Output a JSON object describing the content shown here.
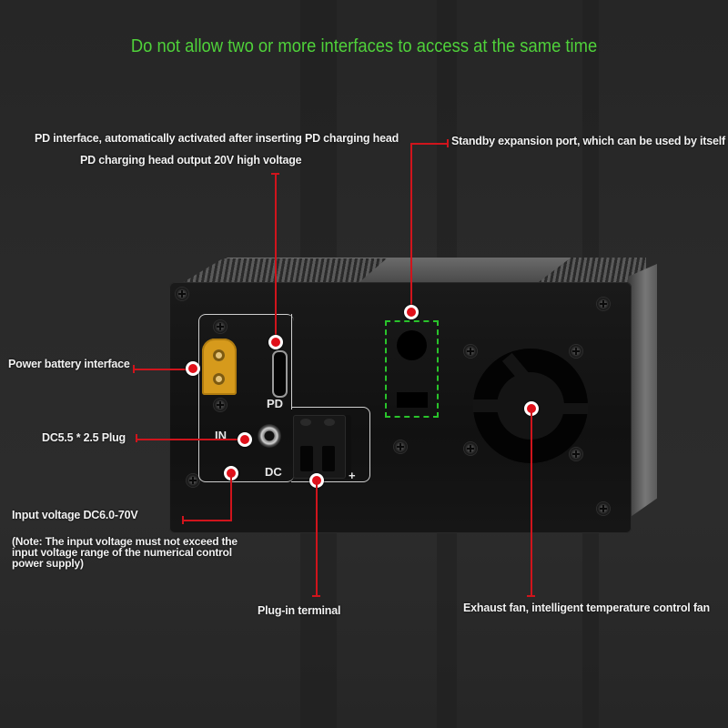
{
  "warning": {
    "text": "Do not allow two or more interfaces to access at the same time",
    "color": "#4fd13a"
  },
  "callouts": {
    "pd_interface": "PD interface, automatically activated after inserting PD charging head",
    "pd_output": "PD charging head output 20V high voltage",
    "standby_port": "Standby expansion port, which can be used by itself",
    "power_battery": "Power battery interface",
    "dc_plug": "DC5.5 * 2.5 Plug",
    "input_voltage": "Input voltage DC6.0-70V",
    "input_note": "(Note: The input voltage must not exceed the input voltage range of the numerical control power supply)",
    "plug_in_terminal": "Plug-in terminal",
    "exhaust_fan": "Exhaust fan, intelligent temperature control fan"
  },
  "device": {
    "silkscreen": {
      "pd": "PD",
      "in": "IN",
      "dc": "DC",
      "plus": "+"
    },
    "ports": [
      "xt60-battery-connector",
      "usb-c-pd-port",
      "dc-5.5x2.5-jack",
      "2-pin-plug-in-terminal",
      "standby-expansion-port",
      "exhaust-fan"
    ]
  },
  "colors": {
    "callout_line": "#d0141c",
    "standby_box": "#29c42b",
    "xt60": "#d69a1c"
  }
}
